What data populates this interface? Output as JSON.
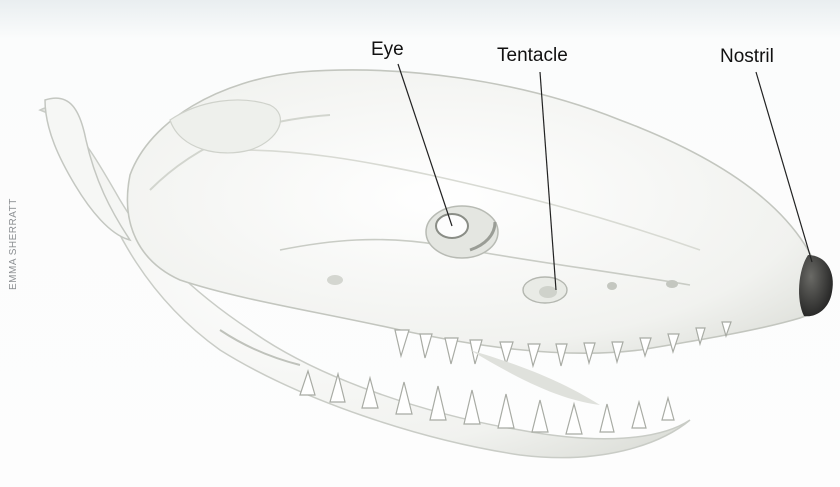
{
  "labels": {
    "eye": "Eye",
    "tentacle": "Tentacle",
    "nostril": "Nostril"
  },
  "credit": "EMMA SHERRATT",
  "colors": {
    "background": "#fbfcfc",
    "bone": "#f3f4f2",
    "bone_shadow": "#b9bcb6",
    "label_text": "#111111",
    "leader_line": "#222222",
    "nostril_tip": "#2b2b2b",
    "credit_text": "#8c8f92"
  }
}
